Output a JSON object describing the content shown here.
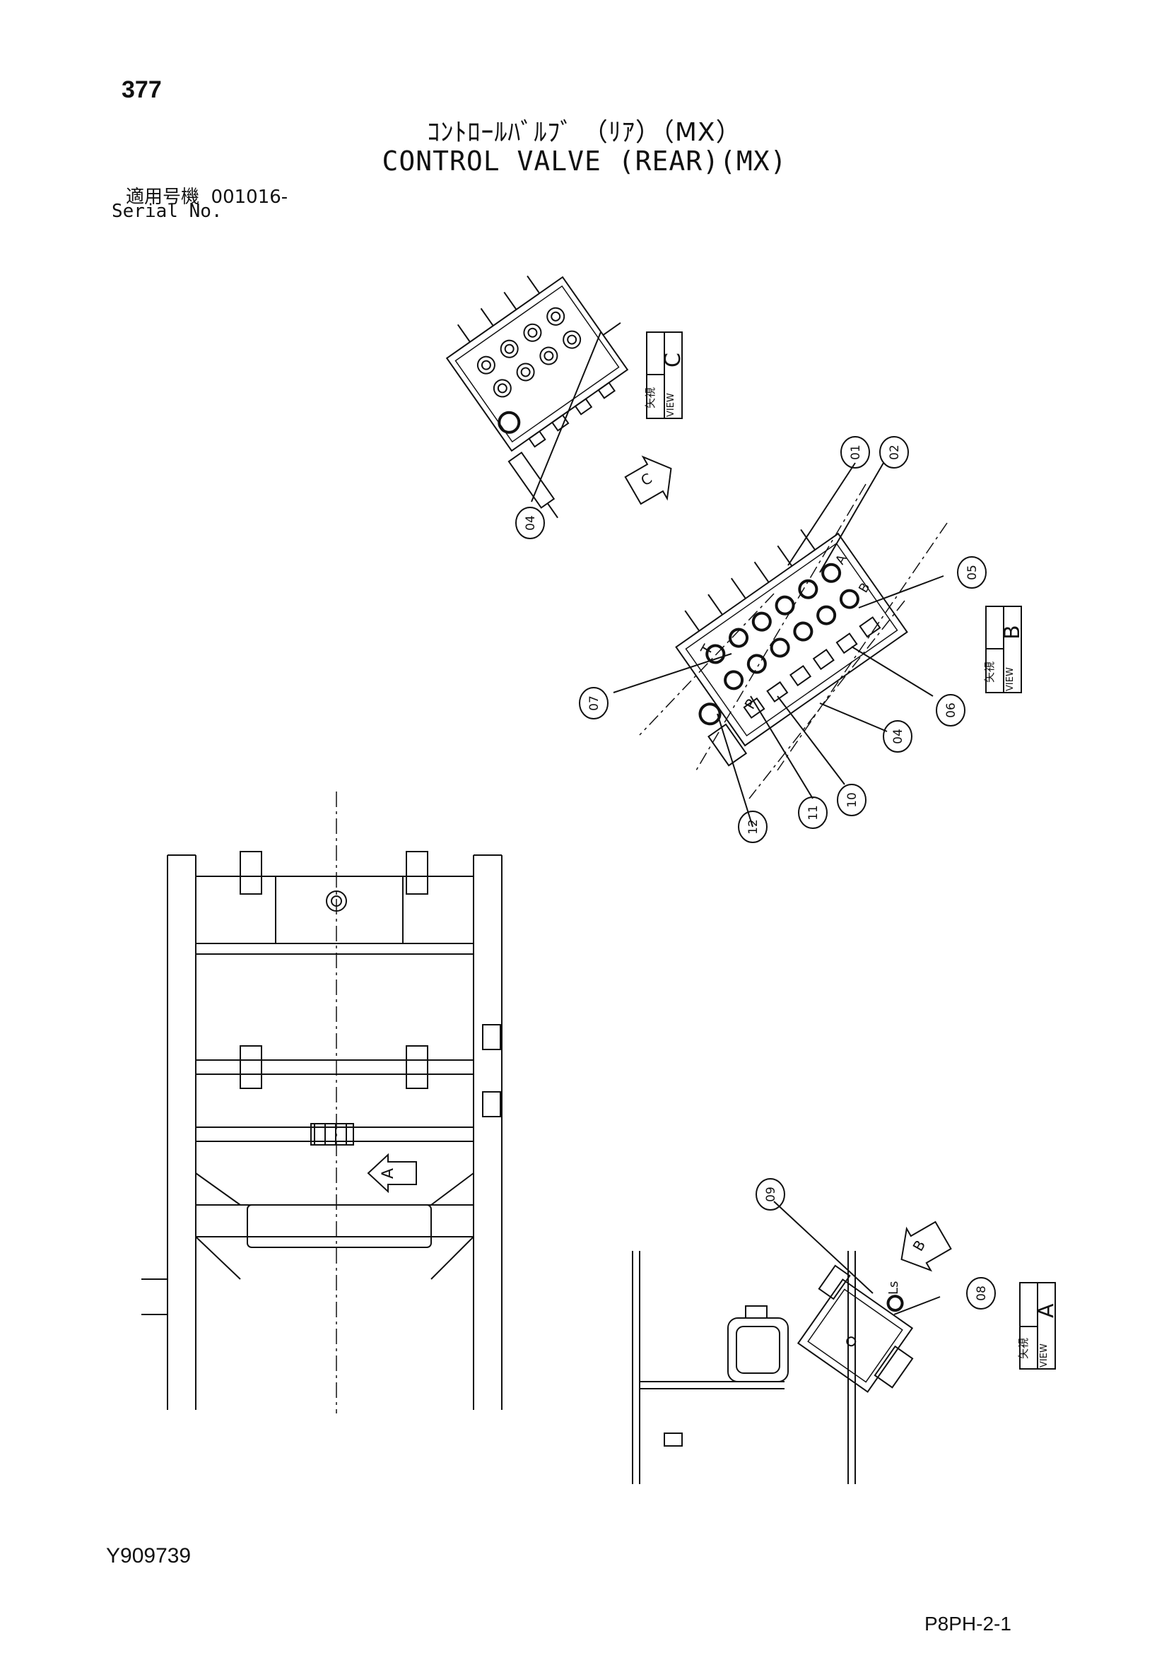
{
  "header": {
    "page_number": "377",
    "title_jp": "ｺﾝﾄﾛｰﾙﾊﾞﾙﾌﾞ （ﾘｱ）（MX）",
    "title_en": "CONTROL VALVE (REAR)(MX)",
    "serial_label_jp": "適用号機",
    "serial_value": "001016-",
    "serial_label_en": "Serial No."
  },
  "footer": {
    "drawing_no": "Y909739",
    "sheet_code": "P8PH-2-1"
  },
  "views": {
    "view_label": "VIEW",
    "view_kanji": "矢視",
    "view_c": "C",
    "view_b": "B",
    "view_a": "A"
  },
  "arrows": {
    "c": "C",
    "b": "B",
    "a": "A"
  },
  "port_labels": {
    "t": "T",
    "p": "P",
    "a": "A",
    "b": "B",
    "ls": "Ls"
  },
  "callouts": {
    "c01": "01",
    "c02": "02",
    "c04_top": "04",
    "c04_mid": "04",
    "c05": "05",
    "c06": "06",
    "c07": "07",
    "c08": "08",
    "c09": "09",
    "c10": "10",
    "c11": "11",
    "c12": "12"
  }
}
